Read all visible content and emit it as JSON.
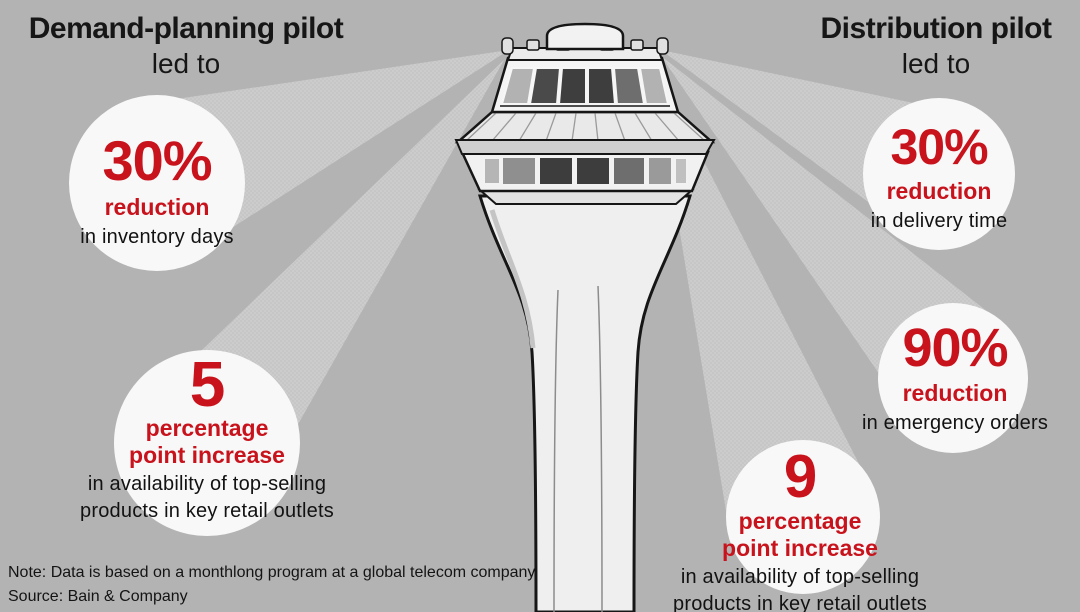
{
  "background_color": "#b3b3b3",
  "accent_red": "#c8121c",
  "circle_color": "#f8f8f8",
  "beam_color": "#cbcbcb",
  "illustration": "air-traffic-control-tower",
  "header_left": {
    "title": "Demand-planning pilot",
    "subtitle": "led to"
  },
  "header_right": {
    "title": "Distribution pilot",
    "subtitle": "led to"
  },
  "stats": [
    {
      "value": "30%",
      "unit_line1": "reduction",
      "unit_line2": "",
      "desc_line1": "in inventory days",
      "desc_line2": ""
    },
    {
      "value": "5",
      "unit_line1": "percentage",
      "unit_line2": "point increase",
      "desc_line1": "in availability of top-selling",
      "desc_line2": "products in key retail outlets"
    },
    {
      "value": "30%",
      "unit_line1": "reduction",
      "unit_line2": "",
      "desc_line1": "in delivery time",
      "desc_line2": ""
    },
    {
      "value": "90%",
      "unit_line1": "reduction",
      "unit_line2": "",
      "desc_line1": "in emergency orders",
      "desc_line2": ""
    },
    {
      "value": "9",
      "unit_line1": "percentage",
      "unit_line2": "point increase",
      "desc_line1": "in availability of top-selling",
      "desc_line2": "products in key retail outlets"
    }
  ],
  "footer": {
    "note": "Note: Data is based on a monthlong program at a global telecom company",
    "source": "Source: Bain & Company"
  },
  "chart_data": {
    "type": "table",
    "title": "Pilot program results",
    "series": [
      {
        "name": "Demand-planning pilot",
        "values": [
          "30% reduction in inventory days",
          "5 percentage point increase in availability of top-selling products in key retail outlets"
        ]
      },
      {
        "name": "Distribution pilot",
        "values": [
          "30% reduction in delivery time",
          "90% reduction in emergency orders",
          "9 percentage point increase in availability of top-selling products in key retail outlets"
        ]
      }
    ]
  }
}
